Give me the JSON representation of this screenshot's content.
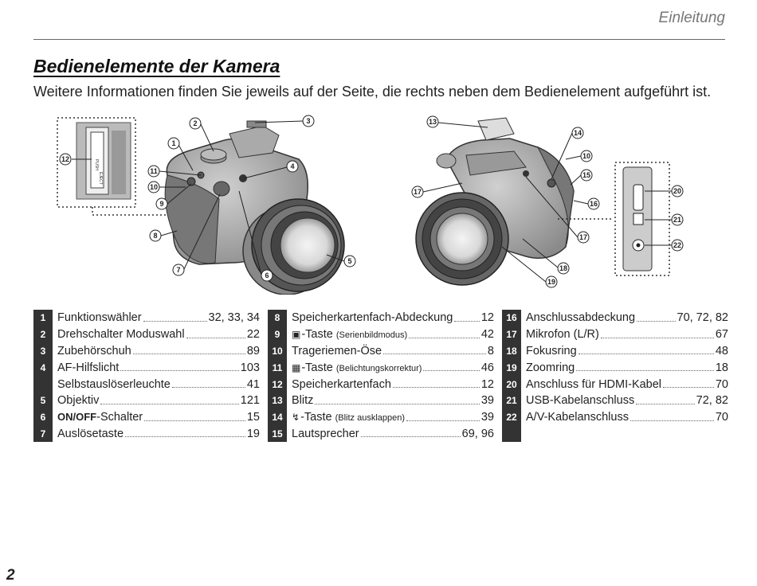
{
  "header": {
    "section": "Einleitung"
  },
  "title": "Bedienelemente der Kamera",
  "intro": "Weitere Informationen finden Sie jeweils auf der Seite, die rechts neben dem Bedienelement aufgeführt ist.",
  "figure": {
    "card_slot_label_1": "PUSH",
    "card_slot_label_2": "EJECT"
  },
  "tables": [
    [
      {
        "num": "1",
        "label": "Funktionswähler",
        "page": "32, 33, 34"
      },
      {
        "num": "2",
        "label": "Drehschalter Moduswahl",
        "page": "22"
      },
      {
        "num": "3",
        "label": "Zubehörschuh",
        "page": "89"
      },
      {
        "num": "4",
        "label": "AF-Hilfslicht",
        "page": "103"
      },
      {
        "num": "",
        "label": "Selbstauslöserleuchte",
        "page": "41"
      },
      {
        "num": "5",
        "label": "Objektiv",
        "page": "121"
      },
      {
        "num": "6",
        "label": "ON/OFF-Schalter",
        "page": "15"
      },
      {
        "num": "7",
        "label": "Auslösetaste",
        "page": "19"
      }
    ],
    [
      {
        "num": "8",
        "label": "Speicherkartenfach-Abdeckung",
        "page": "12"
      },
      {
        "num": "9",
        "label": "-Taste",
        "sub": "(Serienbildmodus)",
        "page": "42"
      },
      {
        "num": "10",
        "label": "Trageriemen-Öse",
        "page": "8"
      },
      {
        "num": "11",
        "label": "-Taste",
        "sub": "(Belichtungskorrektur)",
        "page": "46"
      },
      {
        "num": "12",
        "label": "Speicherkartenfach",
        "page": "12"
      },
      {
        "num": "13",
        "label": "Blitz",
        "page": "39"
      },
      {
        "num": "14",
        "label": "-Taste",
        "sub": "(Blitz ausklappen)",
        "page": "39"
      },
      {
        "num": "15",
        "label": "Lautsprecher",
        "page": "69, 96"
      }
    ],
    [
      {
        "num": "16",
        "label": "Anschlussabdeckung",
        "page": "70, 72, 82"
      },
      {
        "num": "17",
        "label": "Mikrofon (L/R)",
        "page": "67"
      },
      {
        "num": "18",
        "label": "Fokusring",
        "page": "48"
      },
      {
        "num": "19",
        "label": "Zoomring",
        "page": "18"
      },
      {
        "num": "20",
        "label": "Anschluss für HDMI-Kabel",
        "page": "70"
      },
      {
        "num": "21",
        "label": "USB-Kabelanschluss",
        "page": "72, 82"
      },
      {
        "num": "22",
        "label": "A/V-Kabelanschluss",
        "page": "70"
      }
    ]
  ],
  "page_number": "2"
}
